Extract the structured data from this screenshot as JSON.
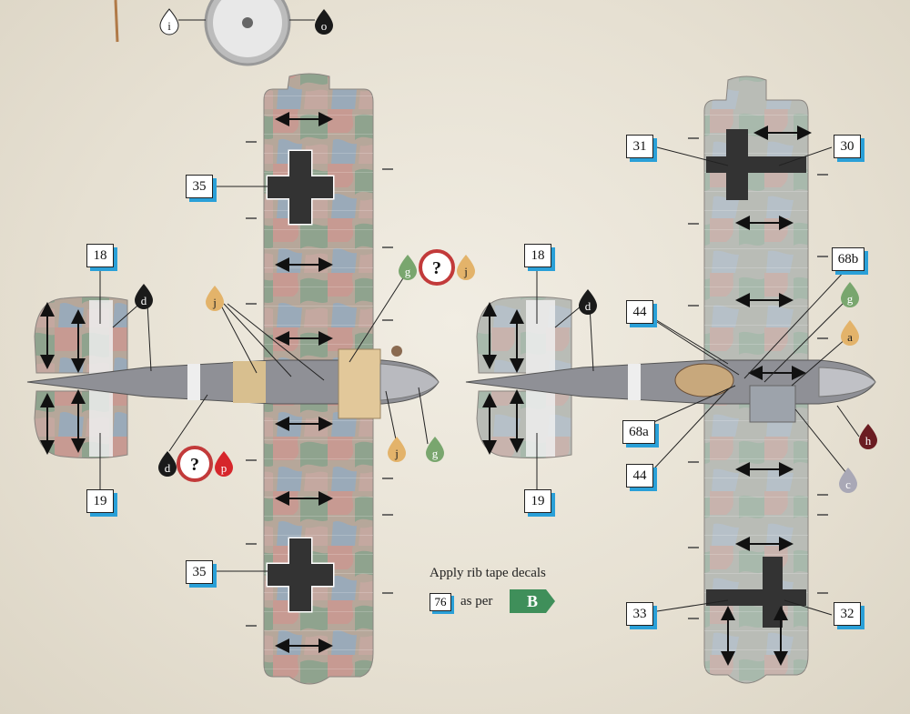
{
  "callouts": {
    "left_tail_top": "18",
    "left_tail_bottom": "19",
    "left_cross_top": "35",
    "left_cross_bottom": "35",
    "right_tail_top": "18",
    "right_tail_bottom": "19",
    "right_wing_top_left": "31",
    "right_wing_top_right": "30",
    "right_wing_bottom_left": "33",
    "right_wing_bottom_right": "32",
    "right_44_top": "44",
    "right_44_bottom": "44",
    "right_68a": "68a",
    "right_68b": "68b"
  },
  "drops": {
    "i": "i",
    "o": "o",
    "d": "d",
    "j": "j",
    "g": "g",
    "p": "p",
    "a": "a",
    "h": "h",
    "c": "c",
    "q": "?"
  },
  "note": {
    "line1": "Apply rib tape decals",
    "ref": "76",
    "as_per": "as per",
    "badge": "B"
  },
  "colors": {
    "callout_shadow": "#2aa0d8",
    "drop_black": "#1a1a1a",
    "drop_tan": "#e3b36a",
    "drop_green": "#79a66e",
    "drop_red": "#d6262b",
    "drop_maroon": "#6b1d22",
    "drop_grey": "#a9a8b6",
    "badge_green": "#3f8f5a"
  }
}
